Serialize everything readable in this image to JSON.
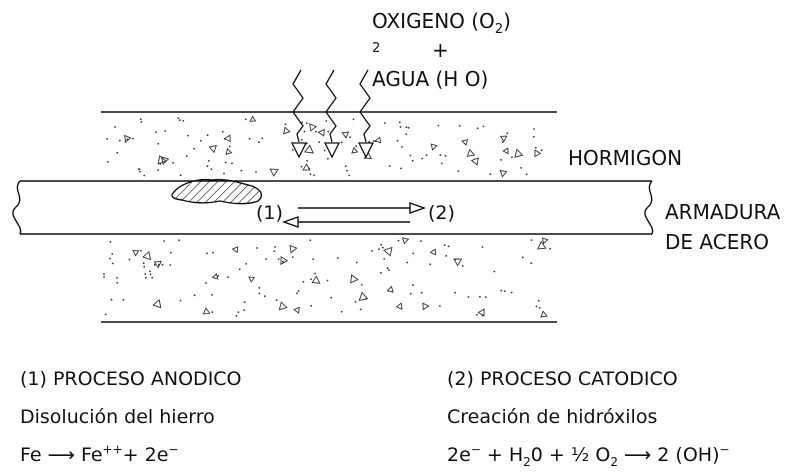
{
  "top_label": {
    "line1_prefix": "OXIGENO (O",
    "line1_sub": "2",
    "line1_suffix": ")",
    "stray_sub": "2",
    "plus": "+",
    "line2": "AGUA (H O)"
  },
  "labels": {
    "concrete": "HORMIGON",
    "rebar_line1": "ARMADURA",
    "rebar_line2": "DE ACERO",
    "marker1": "(1)",
    "marker2": "(2)"
  },
  "anodic": {
    "title": "(1) PROCESO ANODICO",
    "desc": "Disolución del hierro",
    "eq_fe": "Fe",
    "eq_arrow": "⟶",
    "eq_fe2": "Fe",
    "eq_fe2_sup": "++",
    "eq_tail": "+ 2e",
    "eq_tail_sup": "−"
  },
  "cathodic": {
    "title": "(2) PROCESO CATODICO",
    "desc": "Creación de hidróxilos",
    "eq_a": "2e",
    "eq_a_sup": "−",
    "eq_b": "+ H",
    "eq_b_sub": "2",
    "eq_c": "0 + ",
    "eq_half": "½",
    "eq_o": "O",
    "eq_o_sub": "2",
    "eq_arrow": "⟶",
    "eq_d": "2 (OH)",
    "eq_d_sup": "−"
  }
}
